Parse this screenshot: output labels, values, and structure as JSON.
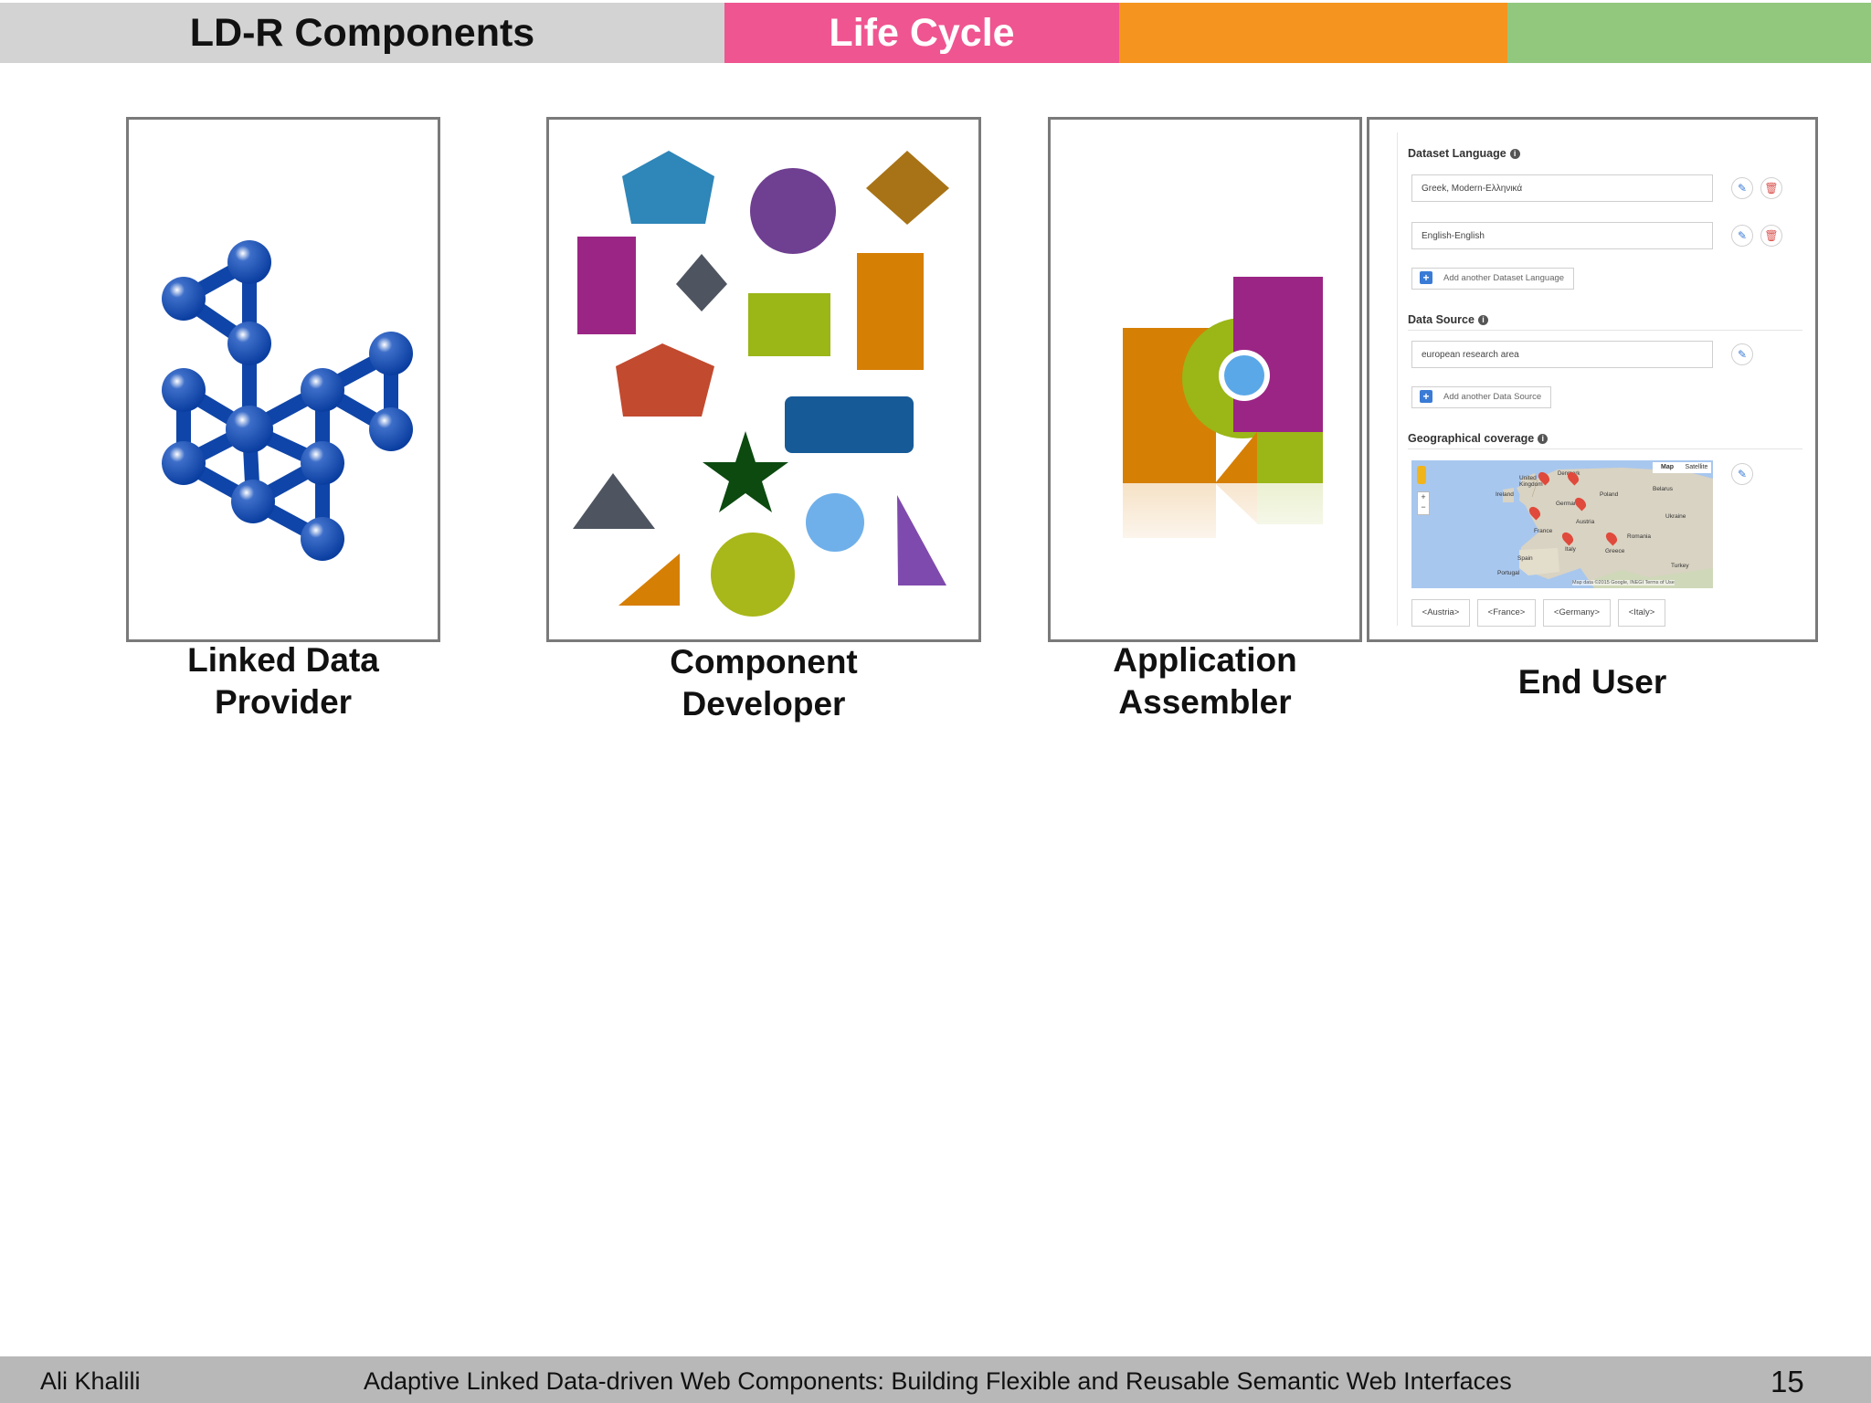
{
  "header": {
    "section_label": "LD-R Components",
    "topic_label": "Life Cycle",
    "colors": {
      "gray": "#d3d3d3",
      "pink": "#ef5591",
      "orange": "#f5941e",
      "green": "#92c87e"
    }
  },
  "roles": [
    {
      "caption": "Linked Data\nProvider",
      "illustration": "linked-data-graph-icon"
    },
    {
      "caption": "Component\nDeveloper",
      "illustration": "colored-shapes-icon"
    },
    {
      "caption": "Application\nAssembler",
      "illustration": "assembled-shapes-icon"
    },
    {
      "caption": "End User",
      "illustration": "form-screenshot"
    }
  ],
  "end_user_form": {
    "dataset_language": {
      "title": "Dataset Language",
      "values": [
        "Greek, Modern-Ελληνικά",
        "English-English"
      ],
      "add_label": "Add another Dataset Language"
    },
    "data_source": {
      "title": "Data Source",
      "value": "european research area",
      "add_label": "Add another Data Source"
    },
    "geo_coverage": {
      "title": "Geographical coverage",
      "map_buttons": [
        "Map",
        "Satellite"
      ],
      "countries": [
        "United Kingdom",
        "Ireland",
        "Denmark",
        "Germany",
        "Poland",
        "Belarus",
        "Ukraine",
        "France",
        "Austria",
        "Romania",
        "Spain",
        "Portugal",
        "Italy",
        "Greece",
        "Turkey"
      ],
      "attribution": "Map data ©2015 Google, INEGI   Terms of Use",
      "tags": [
        "<Austria>",
        "<France>",
        "<Germany>",
        "<Italy>"
      ]
    }
  },
  "footer": {
    "author": "Ali Khalili",
    "title": "Adaptive Linked Data-driven Web Components: Building Flexible and Reusable Semantic Web Interfaces",
    "page_number": "15"
  }
}
